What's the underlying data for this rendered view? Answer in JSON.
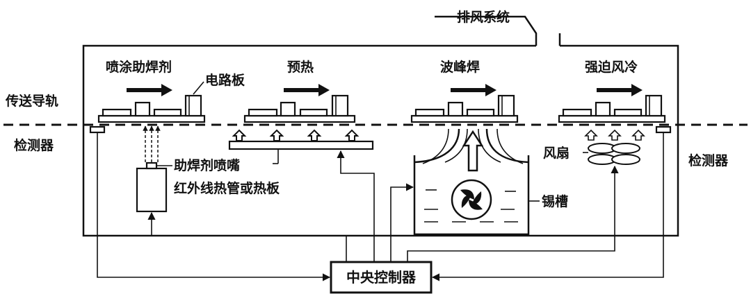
{
  "labels": {
    "exhaust": "排风系统",
    "flux_spray": "喷涂助焊剂",
    "preheat": "预热",
    "wave_solder": "波峰焊",
    "forced_cooling": "强迫风冷",
    "conveyor": "传送导轨",
    "pcb": "电路板",
    "detector_left": "检测器",
    "detector_right": "检测器",
    "flux_nozzle": "助焊剂喷嘴",
    "ir_heater": "红外线热管或热板",
    "fan": "风扇",
    "solder_pot": "锡槽",
    "controller": "中央控制器"
  },
  "colors": {
    "ink": "#111111",
    "background": "#ffffff"
  }
}
